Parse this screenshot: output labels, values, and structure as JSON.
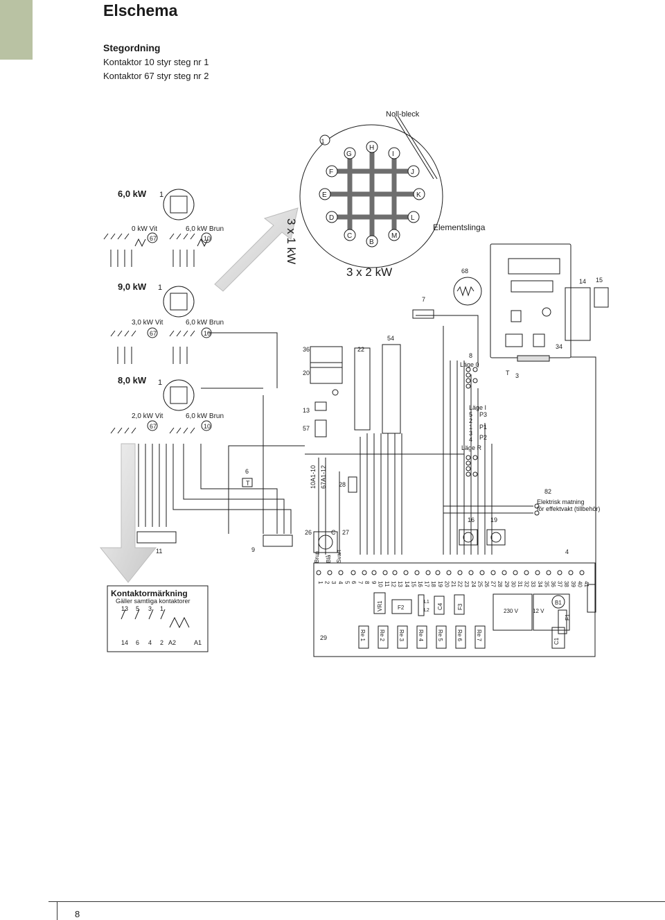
{
  "header": {
    "title": "Elschema",
    "subtitle": "Stegordning",
    "line1": "Kontaktor 10 styr steg nr 1",
    "line2": "Kontaktor 67 styr steg nr 2"
  },
  "element": {
    "noll_bleck": "Noll-bleck",
    "title_3x1": "3 x 1 kW",
    "title_3x2": "3 x 2 kW",
    "elementslinga": "Elementslinga",
    "letters": [
      "G",
      "H",
      "I",
      "F",
      "J",
      "E",
      "K",
      "D",
      "L",
      "C",
      "B",
      "M"
    ],
    "num1": "1"
  },
  "sections": [
    {
      "power": "6,0 kW",
      "left": "0 kW Vit",
      "right": "6,0 kW Brun",
      "k1": "67",
      "k2": "10",
      "ref": "1"
    },
    {
      "power": "9,0 kW",
      "left": "3,0 kW Vit",
      "right": "6,0 kW Brun",
      "k1": "67",
      "k2": "10",
      "ref": "1"
    },
    {
      "power": "8,0 kW",
      "left": "2,0 kW Vit",
      "right": "6,0 kW Brun",
      "k1": "67",
      "k2": "10",
      "ref": "1"
    }
  ],
  "refs": {
    "r68": "68",
    "r7": "7",
    "r14": "14",
    "r15": "15",
    "r36": "36",
    "r22": "22",
    "r54": "54",
    "r34": "34",
    "r20": "20",
    "r8": "8",
    "r3": "3",
    "r13": "13",
    "r57": "57",
    "r6": "6",
    "r28": "28",
    "r82": "82",
    "r16": "16",
    "r19": "19",
    "r26": "26",
    "r27": "27",
    "r11": "11",
    "r9": "9",
    "r4": "4",
    "r29": "29",
    "rC": "C",
    "rT": "T",
    "t10": "10A1-10",
    "t67": "67A1-12"
  },
  "switch": {
    "lage0": "Läge 0",
    "lageI": "Läge I",
    "lageR": "Läge R",
    "nums": [
      "5",
      "2",
      "1",
      "3",
      "4"
    ],
    "p3": "P3",
    "p1": "P1",
    "p2": "P2"
  },
  "el_matning": {
    "line1": "Elektrisk matning",
    "line2": "för effektvakt (tillbehör)"
  },
  "wires": {
    "brun": "Brun",
    "bla": "Blå",
    "svart": "Svart"
  },
  "board": {
    "terminals": [
      "1",
      "2",
      "3",
      "4",
      "5",
      "6",
      "7",
      "8",
      "9",
      "10",
      "11",
      "12",
      "13",
      "14",
      "15",
      "16",
      "17",
      "18",
      "19",
      "20",
      "21",
      "22",
      "23",
      "24",
      "25",
      "26",
      "27",
      "28",
      "29",
      "30",
      "31",
      "32",
      "33",
      "34",
      "35",
      "36",
      "37",
      "38",
      "39",
      "40",
      "41"
    ],
    "relays": [
      "Re 1",
      "Re 2",
      "Re 3",
      "Re 4",
      "Re 5",
      "Re 6",
      "Re 7"
    ],
    "vr1": "VR1",
    "f2": "F2",
    "l1": "L1",
    "l2": "L2",
    "c4": "C4",
    "f3": "F3",
    "v230": "230 V",
    "v12": "12 V",
    "b1": "B1",
    "f1": "F1",
    "c1": "C1"
  },
  "key": {
    "title": "Kontaktormärkning",
    "subtitle": "Gäller samtliga kontaktorer",
    "top": [
      "13",
      "5",
      "3",
      "1"
    ],
    "bottom": [
      "14",
      "6",
      "4",
      "2",
      "A2",
      "A1"
    ]
  },
  "footer": {
    "page": "8"
  }
}
